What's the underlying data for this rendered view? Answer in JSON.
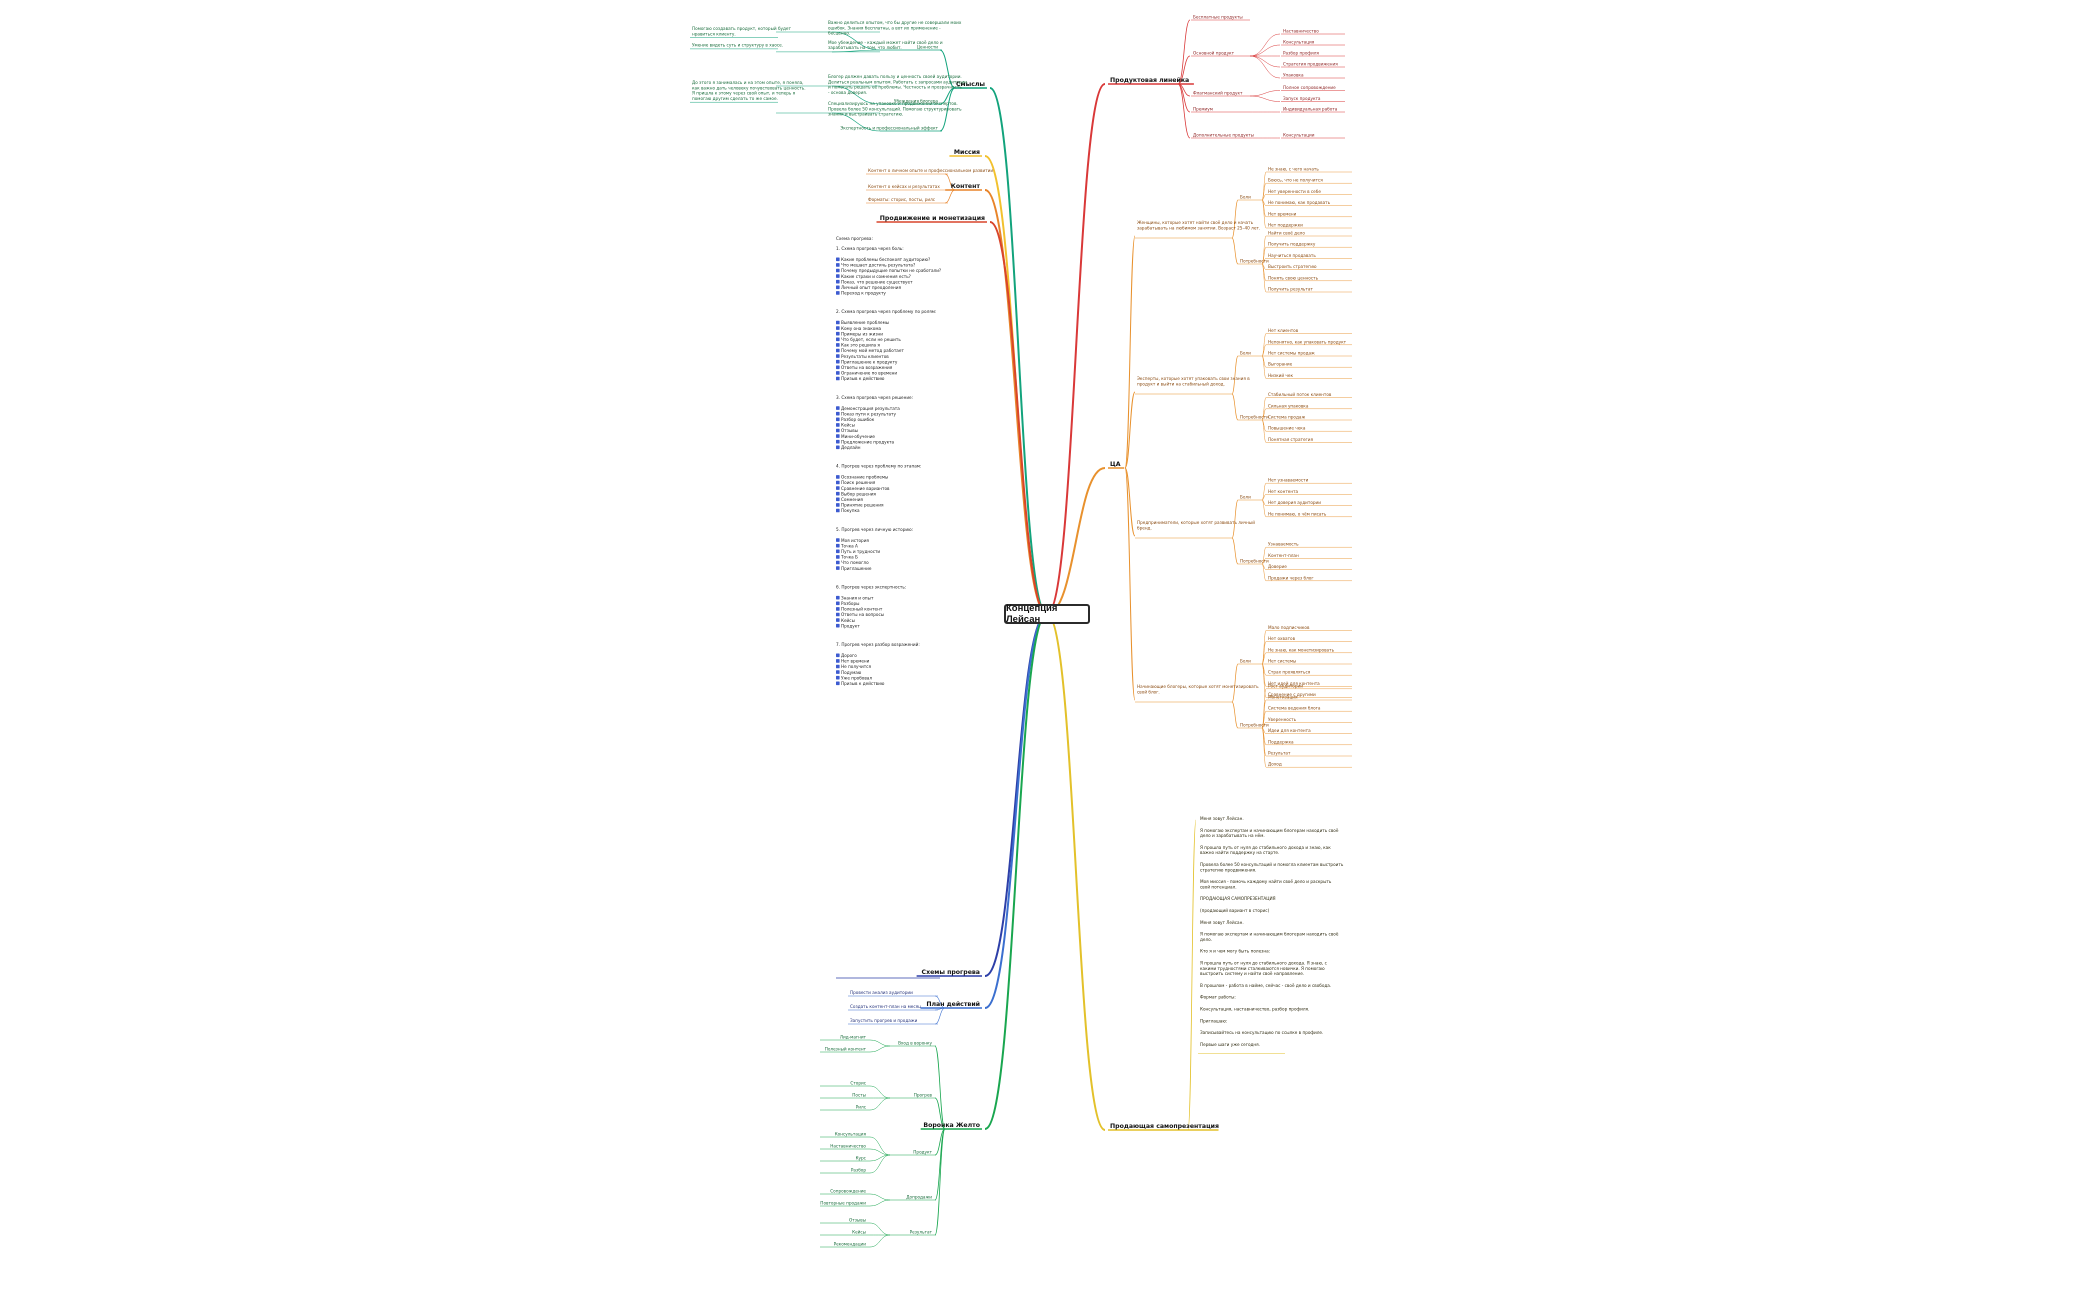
{
  "root": "Концепция Лейсан",
  "colors": {
    "smysly": "#12a37c",
    "missiya": "#f2c12e",
    "kontent": "#e8842a",
    "prodvizhenie": "#d9452b",
    "skhemy": "#2d3fa8",
    "plan": "#3b6fcf",
    "voronka": "#19a64f",
    "produktovaya": "#d93838",
    "ca": "#e8912d",
    "samoprezentaciya": "#e3c12a",
    "text_red": "#8a1e1e",
    "text_orange": "#8a4a10",
    "text_green": "#176b3a",
    "text_blue": "#22307a"
  },
  "left": {
    "smysly": {
      "label": "Смыслы",
      "children": [
        {
          "label": "Ценности",
          "leaves": [
            "Важно делиться опытом, что бы другие не совершали моих ошибок. Знания бесплатны, а вот их применение - бесценно.",
            "Мое убеждение - каждый может найти своё дело и зарабатывать на том, что любит."
          ],
          "side": [
            "Помогаю создавать продукт, который будет нравиться клиенту.",
            "Умение видеть суть и структуру в хаосе."
          ]
        },
        {
          "label": "Убеждения блогера",
          "leaves": [
            "Блогер должен давать пользу и ценность своей аудитории. Делиться реальным опытом. Работать с запросами аудитории и помогать решать её проблемы. Честность и прозрачность - основа доверия."
          ],
          "side": [
            "До этого я занималась и на этом опыте, я поняла, как важно дать человеку почувствовать ценность. Я пришла к этому через свой опыт, и теперь я помогаю другим сделать то же самое."
          ]
        },
        {
          "label": "Экспертность и профессиональный эффект",
          "leaves": [
            "Специализируюсь на упаковке и продвижении экспертов. Провела более 50 консультаций. Помогаю структурировать знания и выстраивать стратегию."
          ],
          "side": []
        }
      ]
    },
    "missiya": {
      "label": "Миссия",
      "children": []
    },
    "kontent": {
      "label": "Контент",
      "children": [
        "Контент о личном опыте и профессиональном развитии",
        "Контент о кейсах и результатах",
        "Форматы: сторис, посты, рилс"
      ]
    },
    "prodvizhenie": {
      "label": "Продвижение и монетизация",
      "children": []
    },
    "skhemy": {
      "label": "Схемы прогрева",
      "intro": "Схема прогрева:",
      "blocks": [
        {
          "title": "1. Схема прогрева через боль:",
          "lines": [
            "Какие проблемы беспокоят аудиторию?",
            "Что мешает достичь результата?",
            "Почему предыдущие попытки не сработали?",
            "Какие страхи и сомнения есть?",
            "Показ, что решение существует",
            "Личный опыт преодоления",
            "Переход к продукту"
          ]
        },
        {
          "title": "2. Схема прогрева через проблему по ролям:",
          "lines": [
            "Выявление проблемы",
            "Кому она знакома",
            "Примеры из жизни",
            "Что будет, если не решить",
            "Как это решила я",
            "Почему мой метод работает",
            "Результаты клиентов",
            "Приглашение к продукту",
            "Ответы на возражения",
            "Ограничение по времени",
            "Призыв к действию"
          ]
        },
        {
          "title": "3. Схема прогрева через решение:",
          "lines": [
            "Демонстрация результата",
            "Показ пути к результату",
            "Разбор ошибок",
            "Кейсы",
            "Отзывы",
            "Мини-обучение",
            "Предложение продукта",
            "Дедлайн"
          ]
        },
        {
          "title": "4. Прогрев через проблему по этапам:",
          "lines": [
            "Осознание проблемы",
            "Поиск решения",
            "Сравнение вариантов",
            "Выбор решения",
            "Сомнения",
            "Принятие решения",
            "Покупка"
          ]
        },
        {
          "title": "5. Прогрев через личную историю:",
          "lines": [
            "Моя история",
            "Точка А",
            "Путь и трудности",
            "Точка Б",
            "Что помогло",
            "Приглашение"
          ]
        },
        {
          "title": "6. Прогрев через экспертность:",
          "lines": [
            "Знания и опыт",
            "Разборы",
            "Полезный контент",
            "Ответы на вопросы",
            "Кейсы",
            "Продукт"
          ]
        },
        {
          "title": "7. Прогрев через разбор возражений:",
          "lines": [
            "Дорого",
            "Нет времени",
            "Не получится",
            "Подумаю",
            "Уже пробовал",
            "Призыв к действию"
          ]
        }
      ]
    },
    "plan": {
      "label": "План действий",
      "children": [
        "Провести анализ аудитории",
        "Создать контент-план на месяц",
        "Запустить прогрев и продажи"
      ]
    },
    "voronka": {
      "label": "Воронка Желто",
      "children": [
        {
          "label": "Вход в воронку",
          "leaves": [
            "Лид-магнит",
            "Полезный контент"
          ]
        },
        {
          "label": "Прогрев",
          "leaves": [
            "Сторис",
            "Посты",
            "Рилс"
          ]
        },
        {
          "label": "Продукт",
          "leaves": [
            "Консультация",
            "Наставничество",
            "Курс",
            "Разбор"
          ]
        },
        {
          "label": "Допродажи",
          "leaves": [
            "Сопровождение",
            "Повторные продажи"
          ]
        },
        {
          "label": "Результат",
          "leaves": [
            "Отзывы",
            "Кейсы",
            "Рекомендации"
          ]
        }
      ]
    }
  },
  "right": {
    "produktovaya": {
      "label": "Продуктовая линейка",
      "children": [
        {
          "label": "Бесплатные продукты",
          "leaves": []
        },
        {
          "label": "Основной продукт",
          "leaves": [
            "Наставничество",
            "Консультация",
            "Разбор профиля",
            "Стратегия продвижения",
            "Упаковка"
          ]
        },
        {
          "label": "Флагманский продукт",
          "leaves": [
            "Полное сопровождение",
            "Запуск продукта"
          ]
        },
        {
          "label": "Премиум",
          "leaves": [
            "Индивидуальная работа"
          ]
        },
        {
          "label": "Дополнительные продукты",
          "leaves": [
            "Консультации"
          ]
        }
      ]
    },
    "ca": {
      "label": "ЦА",
      "segments": [
        {
          "desc": "Женщины, которые хотят найти своё дело и начать зарабатывать на любимом занятии. Возраст 25–40 лет.",
          "groups": [
            {
              "label": "Боли",
              "leaves": [
                "Не знаю, с чего начать",
                "Боюсь, что не получится",
                "Нет уверенности в себе",
                "Не понимаю, как продавать",
                "Нет времени",
                "Нет поддержки"
              ]
            },
            {
              "label": "Потребности",
              "leaves": [
                "Найти своё дело",
                "Получить поддержку",
                "Научиться продавать",
                "Выстроить стратегию",
                "Понять свою ценность",
                "Получить результат"
              ]
            }
          ]
        },
        {
          "desc": "Эксперты, которые хотят упаковать свои знания в продукт и выйти на стабильный доход.",
          "groups": [
            {
              "label": "Боли",
              "leaves": [
                "Нет клиентов",
                "Непонятно, как упаковать продукт",
                "Нет системы продаж",
                "Выгорание",
                "Низкий чек"
              ]
            },
            {
              "label": "Потребности",
              "leaves": [
                "Стабильный поток клиентов",
                "Сильная упаковка",
                "Система продаж",
                "Повышение чека",
                "Понятная стратегия"
              ]
            }
          ]
        },
        {
          "desc": "Предприниматели, которые хотят развивать личный бренд.",
          "groups": [
            {
              "label": "Боли",
              "leaves": [
                "Нет узнаваемости",
                "Нет контента",
                "Нет доверия аудитории",
                "Не понимаю, о чём писать"
              ]
            },
            {
              "label": "Потребности",
              "leaves": [
                "Узнаваемость",
                "Контент-план",
                "Доверие",
                "Продажи через блог"
              ]
            }
          ]
        },
        {
          "desc": "Начинающие блогеры, которые хотят монетизировать свой блог.",
          "groups": [
            {
              "label": "Боли",
              "leaves": [
                "Мало подписчиков",
                "Нет охватов",
                "Не знаю, как монетизировать",
                "Нет системы",
                "Страх проявляться",
                "Нет идей для контента",
                "Сравнение с другими"
              ]
            },
            {
              "label": "Потребности",
              "leaves": [
                "Рост аудитории",
                "Монетизация",
                "Система ведения блога",
                "Уверенность",
                "Идеи для контента",
                "Поддержка",
                "Результат",
                "Доход"
              ]
            }
          ]
        }
      ]
    },
    "samoprezentaciya": {
      "label": "Продающая самопрезентация",
      "paragraphs": [
        "Меня зовут Лейсан.",
        "Я помогаю экспертам и начинающим блогерам находить своё дело и зарабатывать на нём.",
        "Я прошла путь от нуля до стабильного дохода и знаю, как важно найти поддержку на старте.",
        "Провела более 50 консультаций и помогла клиентам выстроить стратегию продвижения.",
        "Моя миссия - помочь каждому найти своё дело и раскрыть свой потенциал.",
        "ПРОДАЮЩАЯ САМОПРЕЗЕНТАЦИЯ",
        "(продающий вариант в сторис)",
        "Меня зовут Лейсан.",
        "Я помогаю экспертам и начинающим блогерам находить своё дело.",
        "Кто я и чем могу быть полезна:",
        "Я прошла путь от нуля до стабильного дохода. Я знаю, с какими трудностями сталкиваются новички. Я помогаю выстроить систему и найти своё направление.",
        "В прошлом - работа в найме, сейчас - своё дело и свобода.",
        "Формат работы:",
        "Консультация, наставничество, разбор профиля.",
        "Приглашаю:",
        "Записывайтесь на консультацию по ссылке в профиле.",
        "Первые шаги уже сегодня."
      ]
    }
  }
}
